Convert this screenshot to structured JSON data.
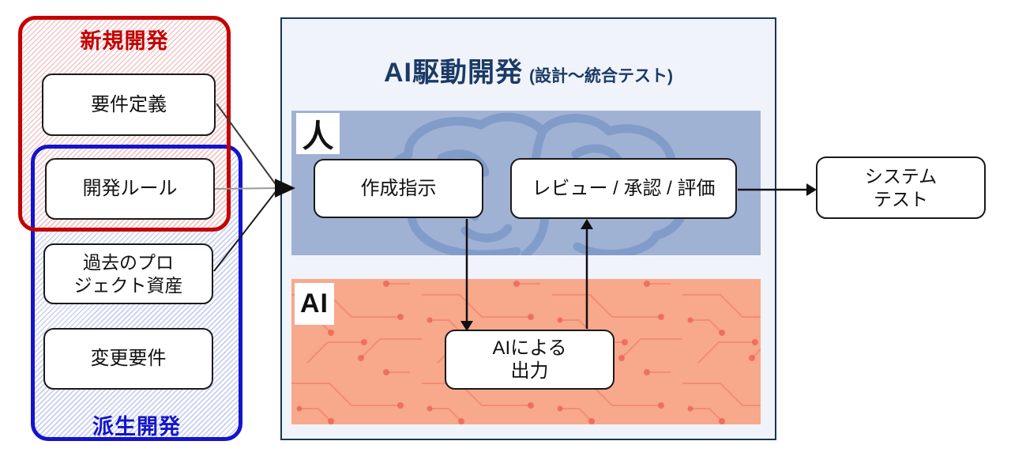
{
  "diagram": {
    "new_development": {
      "title": "新規開発",
      "requirements": "要件定義",
      "rules": "開発ルール"
    },
    "derived_development": {
      "title": "派生開発",
      "assets_line1": "過去のプロ",
      "assets_line2": "ジェクト資産",
      "changes": "変更要件"
    },
    "ai_driven": {
      "title": "AI駆動開発",
      "subtitle": "(設計〜統合テスト)",
      "human_lane": {
        "label": "人",
        "instruction": "作成指示",
        "review": "レビュー / 承認 / 評価"
      },
      "ai_lane": {
        "label": "AI",
        "output_line1": "AIによる",
        "output_line2": "出力"
      }
    },
    "system_test": {
      "line1": "システム",
      "line2": "テスト"
    }
  },
  "colors": {
    "new_dev_red": "#c40000",
    "derived_blue": "#1414cc",
    "panel_border_navy": "#17365d",
    "title_navy": "#1b3a66",
    "panel_bg": "#f0f4fa",
    "human_lane_bg": "#a0b2d4",
    "brain_stroke": "#7f9ac9",
    "ai_lane_bg": "#f8a88b",
    "circuit_line": "#ee8068",
    "node_border": "#1a1a1a"
  }
}
